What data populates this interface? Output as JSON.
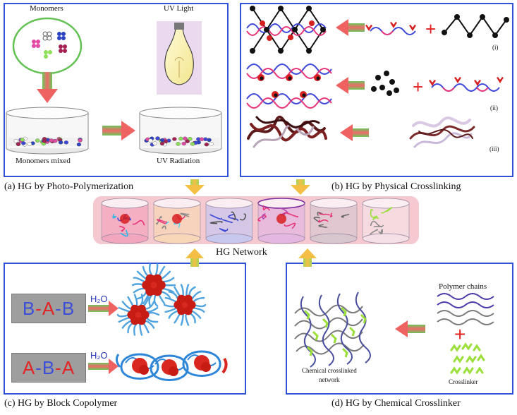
{
  "panel_a": {
    "monomers_label": "Monomers",
    "uv_light_label": "UV Light",
    "monomers_mixed_label": "Monomers mixed",
    "uv_radiation_label": "UV Radiation",
    "caption": "(a)  HG by Photo-Polymerization"
  },
  "panel_b": {
    "row_labels": [
      "(i)",
      "(ii)",
      "(iii)"
    ],
    "caption": "(b)  HG by Physical Crosslinking"
  },
  "center": {
    "label": "HG Network"
  },
  "panel_c": {
    "bab": [
      "B",
      "-",
      "A",
      "-",
      "B"
    ],
    "aba": [
      "A",
      "-",
      "B",
      "-",
      "A"
    ],
    "h2o_top": "H₂O",
    "h2o_bottom": "H₂O",
    "caption": "(c)  HG by Block Copolymer"
  },
  "panel_d": {
    "polymer_chains_label": "Polymer chains",
    "network_label_1": "Chemical crosslinked",
    "network_label_2": "network",
    "crosslinker_label": "Crosslinker",
    "plus": "+",
    "caption": "(d)  HG by Chemical Crosslinker"
  },
  "colors": {
    "panel_border": "#2f53d8",
    "arrow_green": "#58b947",
    "arrow_red": "#ee6262",
    "hg_arrow_yellow": "#f4bf44",
    "hg_arrow_green": "#9ed054",
    "network_pink": "#f6c8d0",
    "crosslinker_green": "#9adf3a"
  }
}
